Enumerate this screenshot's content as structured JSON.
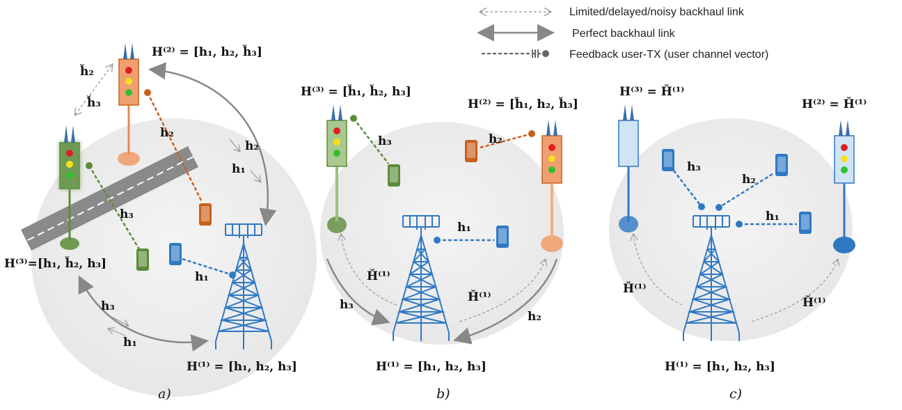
{
  "legend": {
    "limited": "Limited/delayed/noisy backhaul link",
    "perfect": "Perfect backhaul link",
    "feedback": "Feedback  user-TX  (user channel vector)"
  },
  "colors": {
    "green": "#5b8c3a",
    "orange": "#c8601a",
    "blue": "#2f78c4",
    "road": "#8a8a8a",
    "arrow": "#888888"
  },
  "panel_a": {
    "caption": "a)",
    "eq_h2": "H⁽²⁾ = [h₁, h₂, ȟ₃]",
    "eq_h3": "H⁽³⁾=[h₁, ȟ₂, h₃]",
    "eq_h1": "H⁽¹⁾ = [h₁, h₂, h₃]",
    "lbl_top_h2": "ȟ₂",
    "lbl_top_h3": "ȟ₃",
    "lbl_user_h2": "h₂",
    "lbl_user_h3": "h₃",
    "lbl_user_h1": "h₁",
    "lbl_arc_h2": "h₂",
    "lbl_arc_h1": "h₁",
    "lbl_bot_h3": "h₃",
    "lbl_bot_h1": "h₁"
  },
  "panel_b": {
    "caption": "b)",
    "eq_h3": "H⁽³⁾ = [ȟ₁, ȟ₂, h₃]",
    "eq_h2": "H⁽²⁾ = [ȟ₁, h₂, ȟ₃]",
    "eq_h1": "H⁽¹⁾ = [h₁, h₂, h₃]",
    "lbl_h3": "h₃",
    "lbl_h2": "h₂",
    "lbl_h1": "h₁",
    "lbl_left_H": "Ȟ⁽¹⁾",
    "lbl_right_H": "Ȟ⁽¹⁾",
    "lbl_arc_h3": "h₃",
    "lbl_arc_h2": "h₂"
  },
  "panel_c": {
    "caption": "c)",
    "eq_h3": "H⁽³⁾ = Ȟ⁽¹⁾",
    "eq_h2": "H⁽²⁾ = Ȟ⁽¹⁾",
    "eq_h1": "H⁽¹⁾ = [h₁, h₂, h₃]",
    "lbl_h3": "h₃",
    "lbl_h2": "h₂",
    "lbl_h1": "h₁",
    "lbl_left_H": "Ȟ⁽¹⁾",
    "lbl_right_H": "Ȟ⁽¹⁾"
  }
}
